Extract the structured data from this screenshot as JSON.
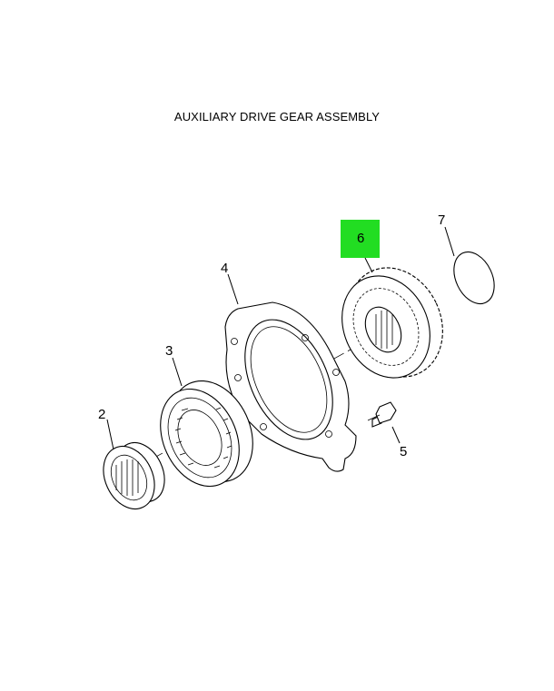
{
  "title": "AUXILIARY DRIVE GEAR ASSEMBLY",
  "callouts": {
    "c2": "2",
    "c3": "3",
    "c4": "4",
    "c5": "5",
    "c6": "6",
    "c7": "7"
  },
  "highlight_color": "#22dd22"
}
